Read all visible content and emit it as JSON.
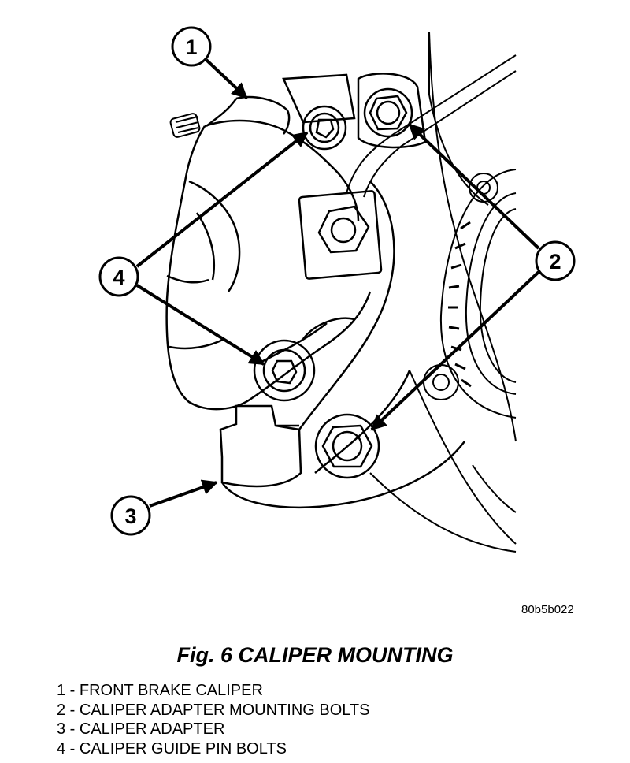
{
  "callouts": {
    "c1": "1",
    "c2": "2",
    "c3": "3",
    "c4": "4"
  },
  "figure_code": "80b5b022",
  "caption": "Fig. 6 CALIPER MOUNTING",
  "legend": [
    "1 - FRONT BRAKE CALIPER",
    "2 - CALIPER ADAPTER MOUNTING BOLTS",
    "3 - CALIPER ADAPTER",
    "4 - CALIPER GUIDE PIN BOLTS"
  ]
}
